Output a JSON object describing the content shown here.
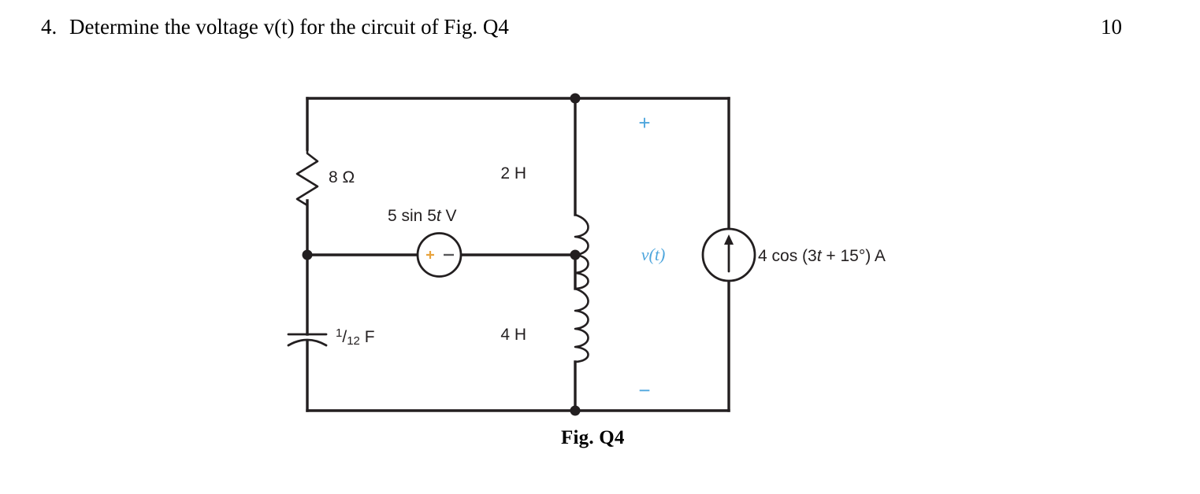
{
  "question": {
    "number": "4.",
    "text": "Determine the voltage v(t) for the circuit of Fig. Q4",
    "marks": "10"
  },
  "figure": {
    "caption": "Fig. Q4",
    "labels": {
      "resistor": "8 Ω",
      "voltage_source": "5 sin 5t V",
      "voltage_source_plain": "5 sin 5",
      "voltage_source_var": "t",
      "voltage_source_unit": " V",
      "capacitor_numerator": "1",
      "capacitor_slash": "/",
      "capacitor_denominator": "12",
      "capacitor_unit": " F",
      "inductor_top": "2 H",
      "inductor_bottom": "4 H",
      "current_source_pre": "4 cos (3",
      "current_source_var": "t",
      "current_source_post": " + 15°) A",
      "current_source": "4 cos (3t + 15°) A",
      "output_voltage": "v(t)",
      "polarity_plus": "+",
      "polarity_minus": "−"
    },
    "colors": {
      "wire": "#231f20",
      "label": "#231f20",
      "accent_blue": "#4ea6dd",
      "plus_orange": "#e8a33d",
      "background": "#ffffff"
    },
    "components": [
      {
        "name": "resistor",
        "value": "8 Ω",
        "type": "resistor"
      },
      {
        "name": "capacitor",
        "value": "1/12 F",
        "type": "capacitor"
      },
      {
        "name": "voltage-source",
        "value": "5 sin 5t V",
        "type": "independent-voltage-source"
      },
      {
        "name": "inductor-top",
        "value": "2 H",
        "type": "inductor"
      },
      {
        "name": "inductor-bottom",
        "value": "4 H",
        "type": "inductor"
      },
      {
        "name": "current-source",
        "value": "4 cos (3t + 15°) A",
        "type": "independent-current-source"
      }
    ]
  }
}
